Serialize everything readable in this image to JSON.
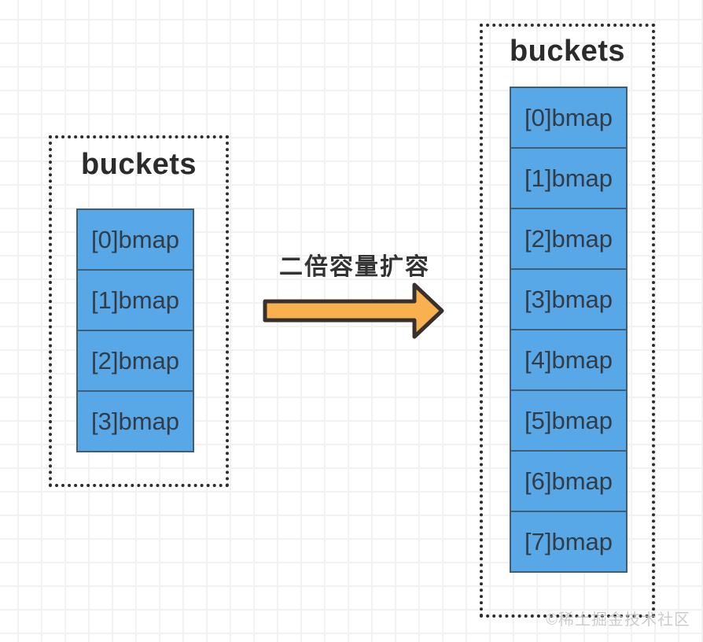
{
  "left_bucket": {
    "title": "buckets",
    "cells": [
      "[0]bmap",
      "[1]bmap",
      "[2]bmap",
      "[3]bmap"
    ]
  },
  "right_bucket": {
    "title": "buckets",
    "cells": [
      "[0]bmap",
      "[1]bmap",
      "[2]bmap",
      "[3]bmap",
      "[4]bmap",
      "[5]bmap",
      "[6]bmap",
      "[7]bmap"
    ]
  },
  "transition": {
    "label": "二倍容量扩容"
  },
  "watermark": "©稀土掘金技术社区",
  "colors": {
    "background": "#ffffff",
    "grid_line": "#f1f1f4",
    "dotted_border": "#2c2c2c",
    "cell_fill": "#58a8e8",
    "cell_border": "#3f5d76",
    "cell_text": "#333b44",
    "title_text": "#2b2b2b",
    "arrow_fill": "#f9b04e",
    "arrow_stroke": "#38302e",
    "watermark_text": "#c4c4c6"
  }
}
